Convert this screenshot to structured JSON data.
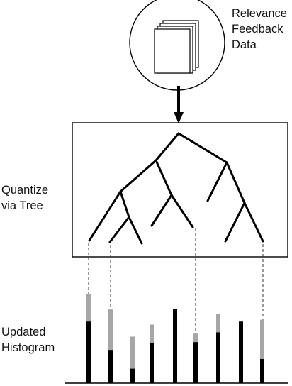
{
  "labels": {
    "feedback": [
      "Relevance",
      "Feedback",
      "Data"
    ],
    "quantize": [
      "Quantize",
      "via Tree"
    ],
    "histogram": [
      "Updated",
      "Histogram"
    ]
  },
  "colors": {
    "ink": "#000000",
    "updated_bar": "#a6a6a6",
    "background": "#ffffff"
  },
  "histogram": {
    "bars": [
      {
        "total": 1.0,
        "black": 0.689
      },
      {
        "total": 0.824,
        "black": 0.372
      },
      {
        "total": 0.52,
        "black": 0.162
      },
      {
        "total": 0.655,
        "black": 0.446
      },
      {
        "total": 0.831,
        "black": 0.831
      },
      {
        "total": 0.554,
        "black": 0.459
      },
      {
        "total": 0.77,
        "black": 0.568
      },
      {
        "total": 0.689,
        "black": 0.689
      },
      {
        "total": 0.709,
        "black": 0.27
      }
    ]
  }
}
